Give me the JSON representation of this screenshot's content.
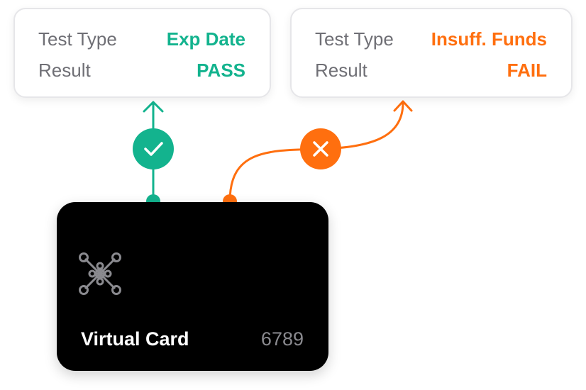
{
  "colors": {
    "pass": "#13b38e",
    "fail": "#ff6f0f",
    "label": "#6f6f75",
    "card_bg": "#000000",
    "card_number": "#8a8a8f"
  },
  "tests": [
    {
      "type_label": "Test Type",
      "type_value": "Exp Date",
      "result_label": "Result",
      "result_value": "PASS",
      "status_icon": "check-icon"
    },
    {
      "type_label": "Test Type",
      "type_value": "Insuff. Funds",
      "result_label": "Result",
      "result_value": "FAIL",
      "status_icon": "x-icon"
    }
  ],
  "card": {
    "logo_icon": "network-nodes-icon",
    "name": "Virtual Card",
    "number": "6789"
  }
}
